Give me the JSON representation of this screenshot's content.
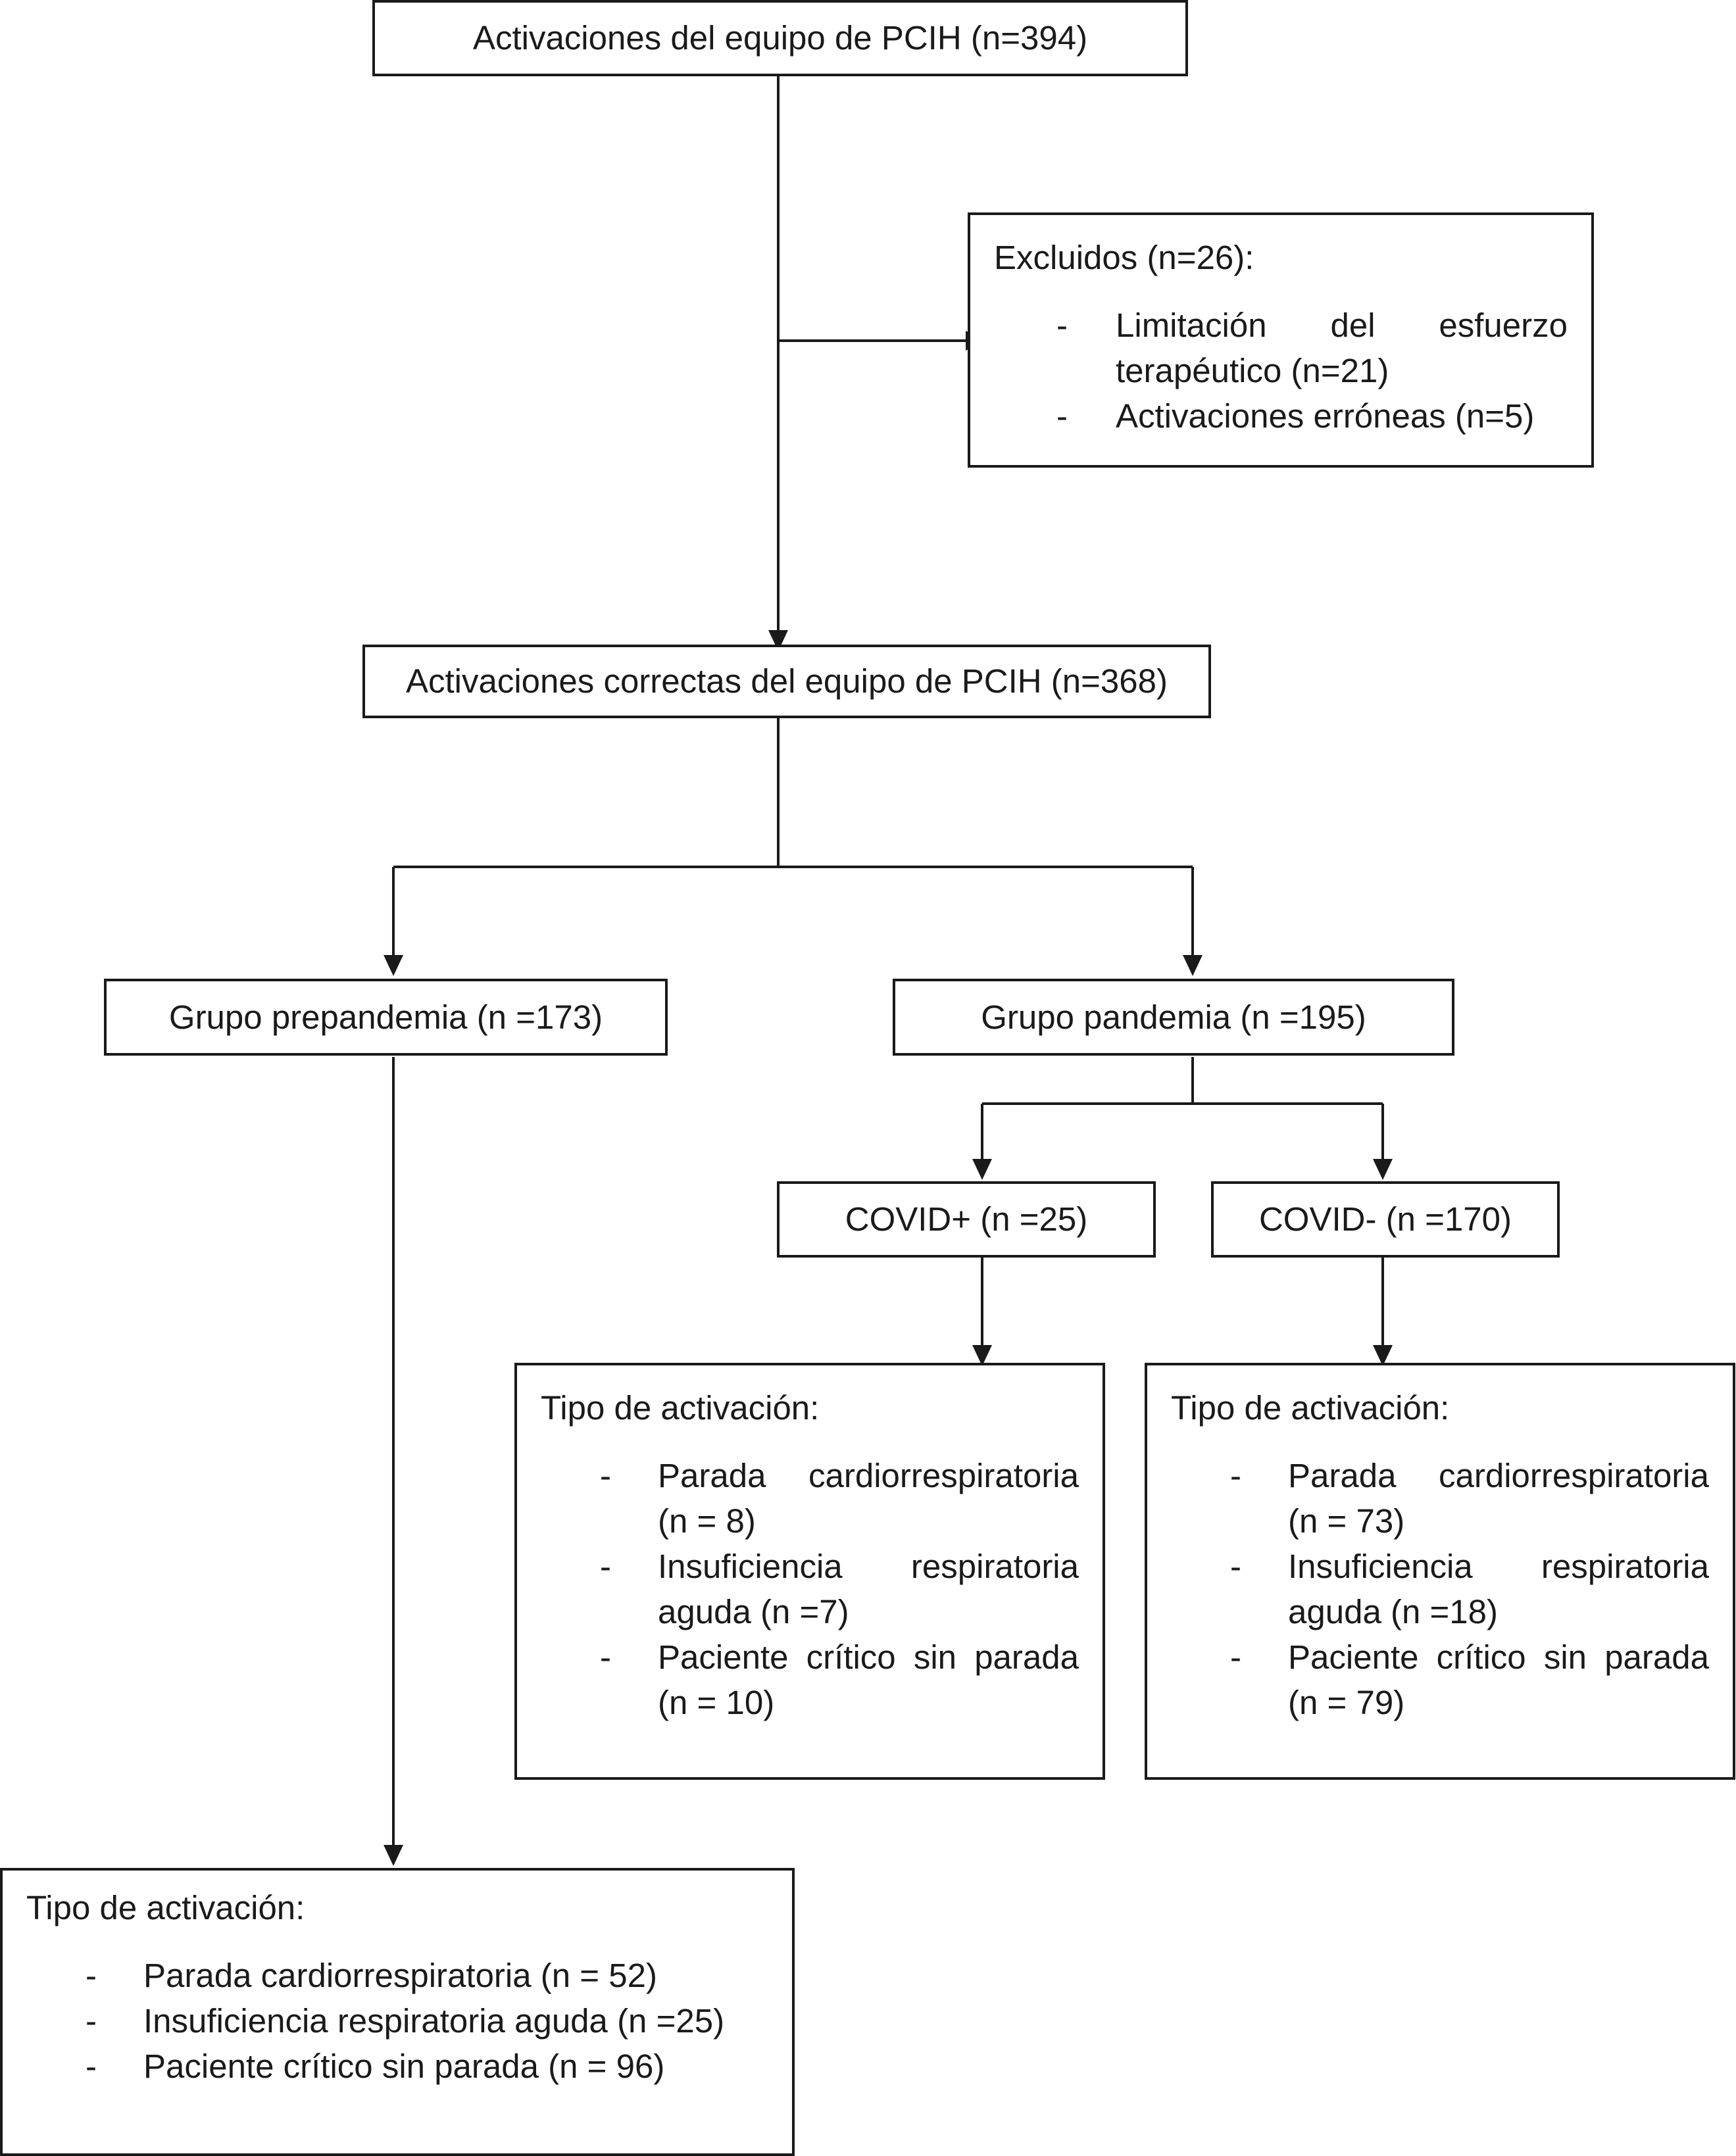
{
  "diagram": {
    "top": {
      "label": "Activaciones del equipo de PCIH (n=394)"
    },
    "excluded": {
      "heading": "Excluidos (n=26):",
      "items": [
        "Limitación del esfuerzo terapéutico (n=21)",
        "Activaciones erróneas (n=5)"
      ]
    },
    "correct": {
      "label": "Activaciones correctas del equipo de PCIH (n=368)"
    },
    "prepandemic": {
      "label": "Grupo prepandemia (n =173)",
      "types": {
        "heading": "Tipo de activación:",
        "items": [
          "Parada cardiorrespiratoria (n = 52)",
          "Insuficiencia respiratoria aguda (n =25)",
          "Paciente crítico sin parada (n = 96)"
        ]
      }
    },
    "pandemic": {
      "label": "Grupo pandemia (n =195)"
    },
    "covid_pos": {
      "label": "COVID+ (n =25)",
      "types": {
        "heading": "Tipo de activación:",
        "items": [
          "Parada cardiorrespiratoria (n = 8)",
          "Insuficiencia respiratoria aguda (n =7)",
          "Paciente crítico sin parada (n = 10)"
        ]
      }
    },
    "covid_neg": {
      "label": "COVID- (n =170)",
      "types": {
        "heading": "Tipo de activación:",
        "items": [
          "Parada cardiorrespiratoria (n = 73)",
          "Insuficiencia respiratoria aguda (n =18)",
          "Paciente crítico sin parada (n = 79)"
        ]
      }
    },
    "bullet": "-",
    "colors": {
      "line": "#1a1a1a",
      "background": "#ffffff"
    }
  }
}
